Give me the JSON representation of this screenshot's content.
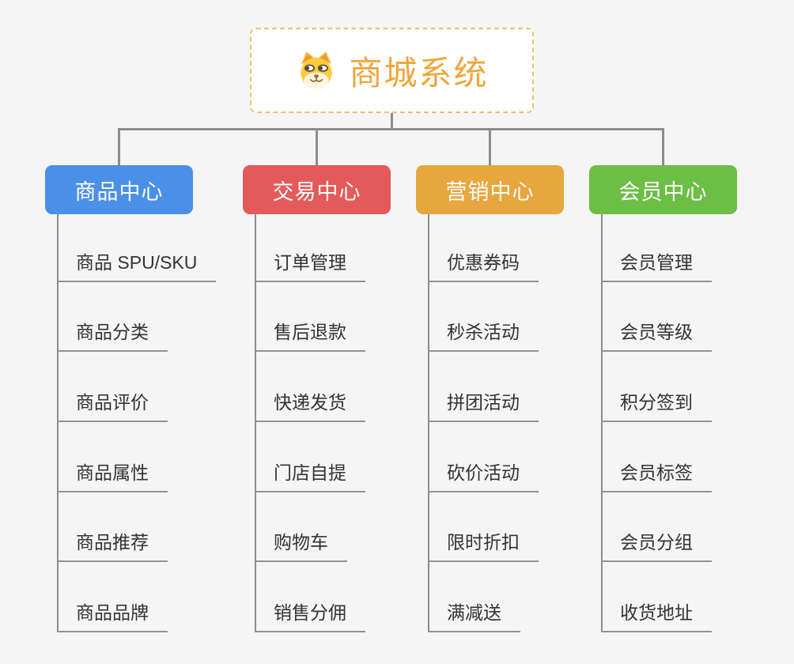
{
  "root": {
    "title": "商城系统",
    "icon": "doge-face-icon"
  },
  "branches": [
    {
      "label": "商品中心",
      "color": "#4A90E8",
      "children": [
        "商品 SPU/SKU",
        "商品分类",
        "商品评价",
        "商品属性",
        "商品推荐",
        "商品品牌"
      ]
    },
    {
      "label": "交易中心",
      "color": "#E45A5A",
      "children": [
        "订单管理",
        "售后退款",
        "快递发货",
        "门店自提",
        "购物车",
        "销售分佣"
      ]
    },
    {
      "label": "营销中心",
      "color": "#E8A63E",
      "children": [
        "优惠券码",
        "秒杀活动",
        "拼团活动",
        "砍价活动",
        "限时折扣",
        "满减送"
      ]
    },
    {
      "label": "会员中心",
      "color": "#6CBE45",
      "children": [
        "会员管理",
        "会员等级",
        "积分签到",
        "会员标签",
        "会员分组",
        "收货地址"
      ]
    }
  ],
  "colors": {
    "background": "#F5F5F5",
    "connector": "#8C8C8C",
    "leaf_underline": "#929292",
    "leaf_text": "#333333",
    "root_text": "#F0A63C",
    "root_border": "#F3BE68",
    "root_background": "#FFFFFF",
    "branch_text": "#FFFFFF"
  }
}
